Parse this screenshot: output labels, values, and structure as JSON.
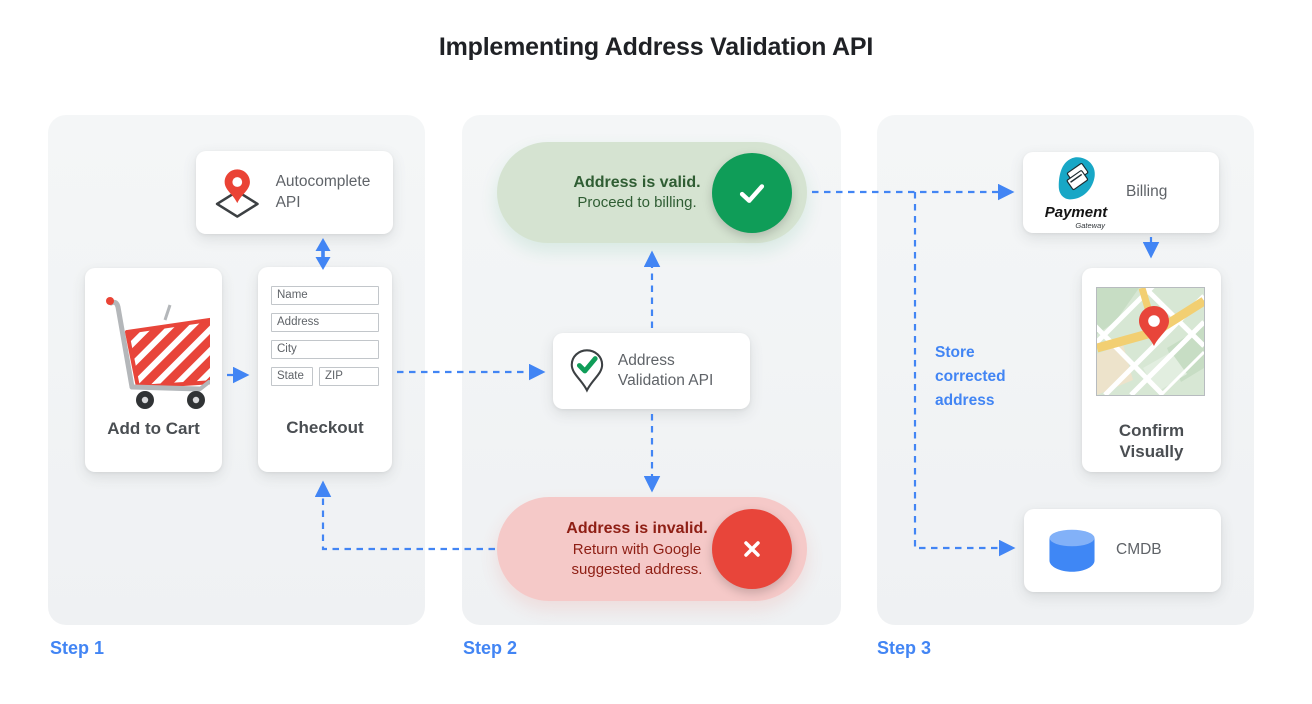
{
  "title": "Implementing Address Validation API",
  "step_labels": {
    "step1": "Step 1",
    "step2": "Step 2",
    "step3": "Step 3"
  },
  "step1": {
    "autocomplete_api": {
      "label": "Autocomplete API"
    },
    "add_to_cart": {
      "label": "Add to Cart"
    },
    "checkout": {
      "label": "Checkout",
      "fields": {
        "name": "Name",
        "address": "Address",
        "city": "City",
        "state": "State",
        "zip": "ZIP"
      }
    }
  },
  "step2": {
    "validation_api": {
      "label": "Address Validation API"
    },
    "valid_pill": {
      "title": "Address is valid.",
      "subtitle": "Proceed to billing."
    },
    "invalid_pill": {
      "title": "Address is invalid.",
      "subtitle": "Return with Google suggested address."
    }
  },
  "step3": {
    "billing": {
      "label": "Billing",
      "logo_primary": "Payment",
      "logo_secondary": "Gateway"
    },
    "confirm_visually": {
      "label": "Confirm Visually"
    },
    "cmdb": {
      "label": "CMDB"
    },
    "annotation": "Store corrected address"
  },
  "colors": {
    "accent_blue": "#4285f4",
    "success_green": "#0f9d58",
    "success_bg": "#d5e3d1",
    "success_text": "#2f5d33",
    "error_red": "#e8453a",
    "error_bg": "#f5c9c8",
    "error_text": "#8e1e14",
    "panel_bg": "#f1f3f4",
    "gray_text": "#5f6368",
    "logo_teal": "#18a7c6"
  }
}
